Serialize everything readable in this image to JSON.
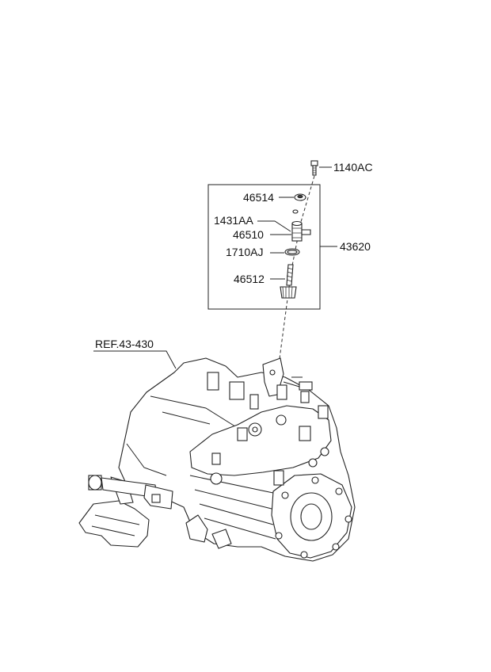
{
  "labels": {
    "bolt": "1140AC",
    "o_ring": "46514",
    "pin": "1431AA",
    "sleeve": "46510",
    "assembly": "43620",
    "washer": "1710AJ",
    "gear": "46512",
    "reference": "REF.43-430"
  }
}
